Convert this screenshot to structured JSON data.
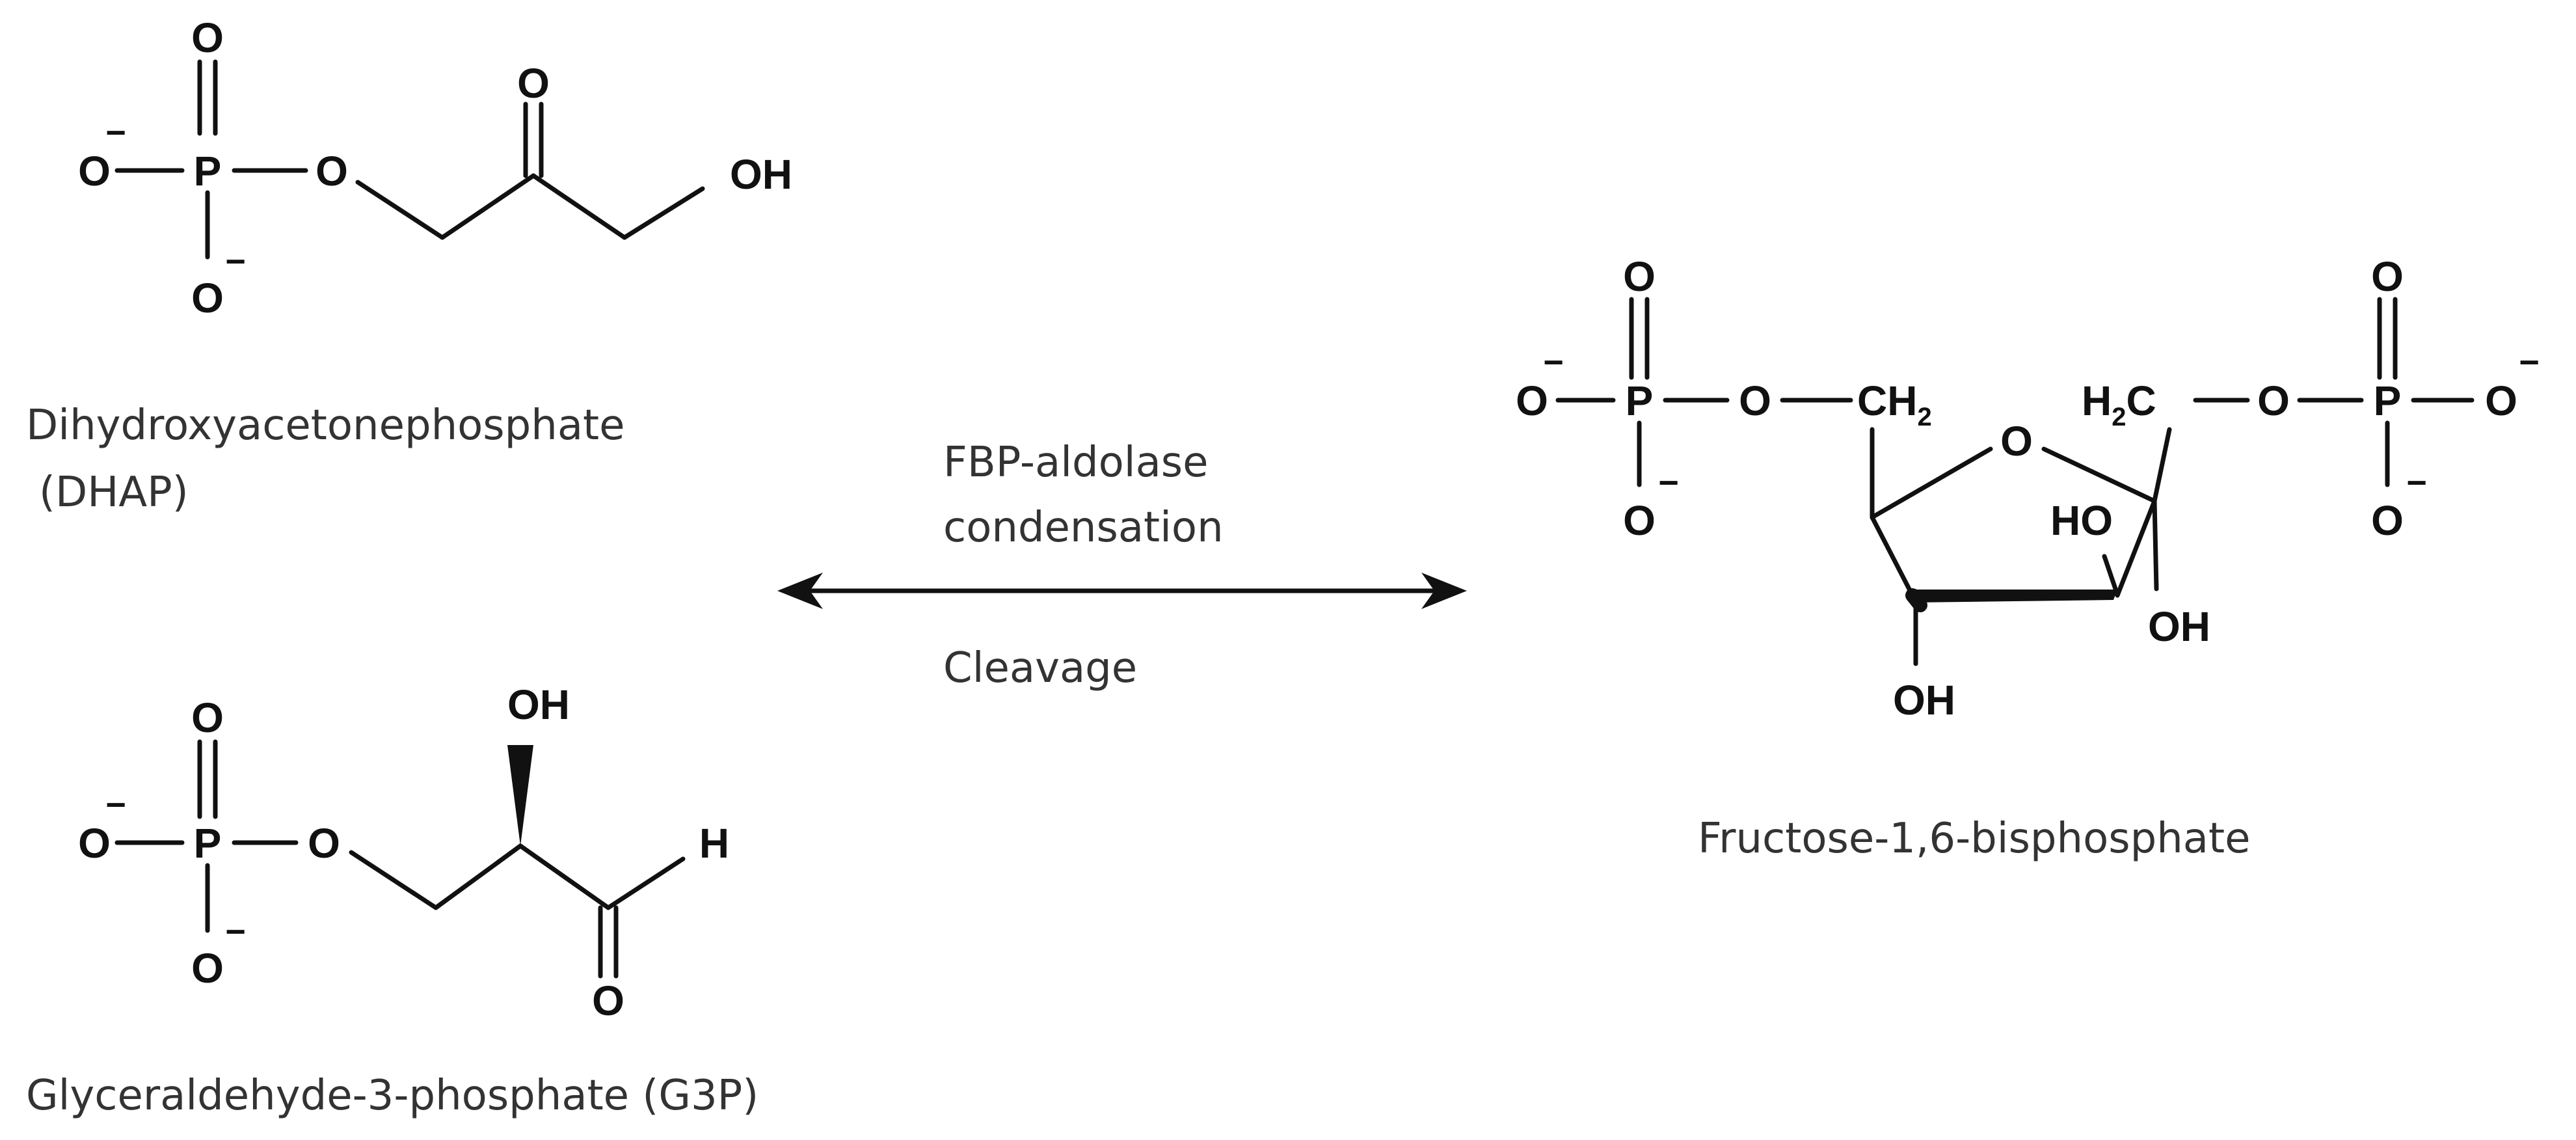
{
  "molecules": {
    "dhap": {
      "name_line1": "Dihydroxyacetonephosphate",
      "name_line2": "(DHAP)",
      "atoms": {
        "o_top": "O",
        "o_left": "O",
        "p": "P",
        "o_link": "O",
        "o_bottom": "O",
        "o_keto": "O",
        "oh": "OH"
      },
      "charges": {
        "left": "−",
        "bottom": "−"
      }
    },
    "g3p": {
      "name": "Glyceraldehyde-3-phosphate (G3P)",
      "atoms": {
        "o_top": "O",
        "o_left": "O",
        "p": "P",
        "o_link": "O",
        "o_bottom": "O",
        "oh": "OH",
        "h": "H",
        "o_ald": "O"
      },
      "charges": {
        "left": "−",
        "bottom": "−"
      }
    },
    "fbp": {
      "name": "Fructose-1,6-bisphosphate",
      "atoms": {
        "lp_o_top": "O",
        "lp_o_left": "O",
        "lp_p": "P",
        "lp_o_bottom": "O",
        "lp_o_link": "O",
        "ch2": "CH",
        "ch2_sub": "2",
        "h2c_h": "H",
        "h2c_sub": "2",
        "h2c_c": "C",
        "rp_o_link": "O",
        "rp_p": "P",
        "rp_o_right": "O",
        "rp_o_top": "O",
        "rp_o_bottom": "O",
        "ring_o": "O",
        "ho_ring": "HO",
        "oh_right": "OH",
        "oh_bottom": "OH"
      },
      "charges": {
        "lp_left": "−",
        "lp_bottom": "−",
        "rp_right": "−",
        "rp_bottom": "−"
      }
    }
  },
  "reaction": {
    "enzyme": "FBP-aldolase",
    "forward": "condensation",
    "reverse": "Cleavage"
  }
}
